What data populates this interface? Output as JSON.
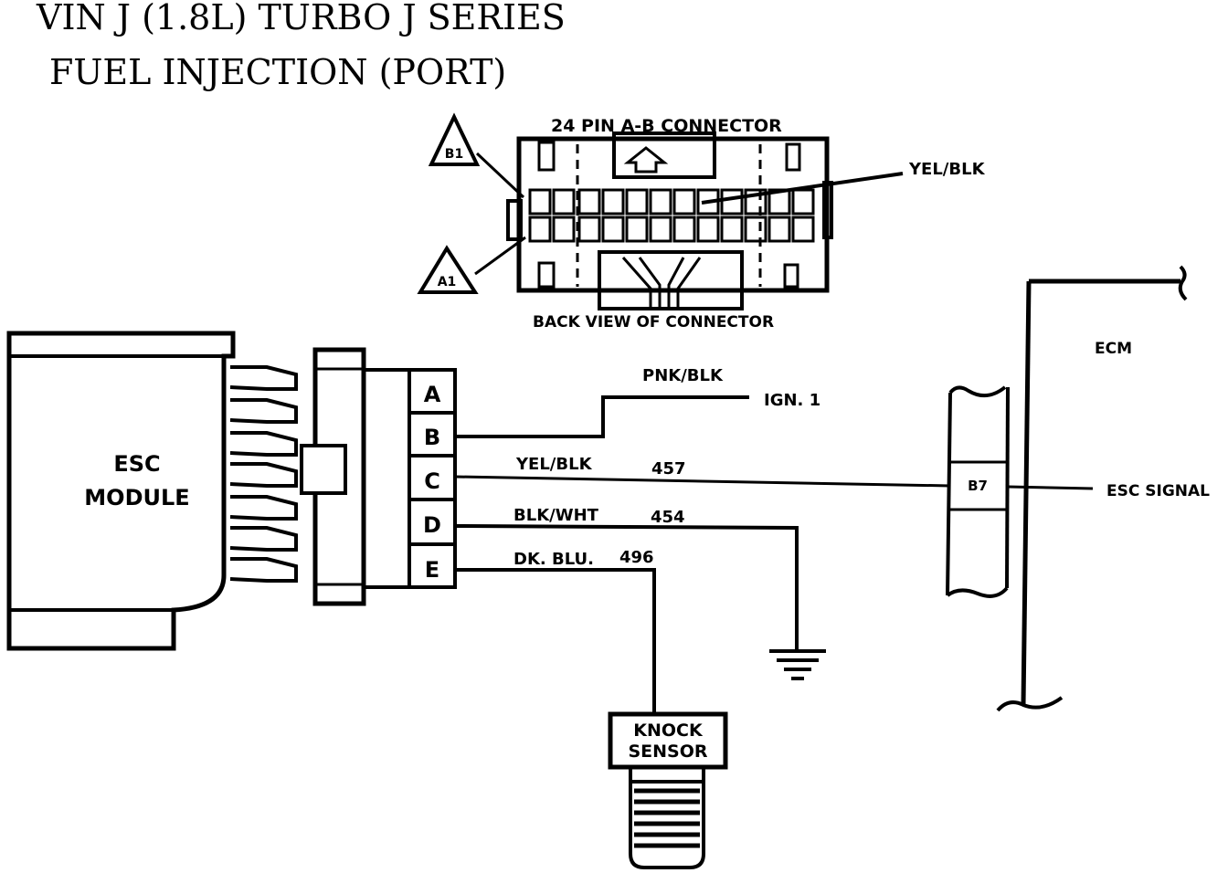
{
  "title": {
    "line1": "VIN J (1.8L) TURBO J SERIES",
    "line2": "FUEL INJECTION (PORT)"
  },
  "connector": {
    "title": "24 PIN A-B CONNECTOR",
    "caption": "BACK VIEW OF CONNECTOR",
    "marker_b1": "B1",
    "marker_a1": "A1",
    "wire_label": "YEL/BLK"
  },
  "esc_module": {
    "line1": "ESC",
    "line2": "MODULE"
  },
  "pins": [
    "A",
    "B",
    "C",
    "D",
    "E"
  ],
  "wires": {
    "b_color": "PNK/BLK",
    "b_dest": "IGN. 1",
    "c_color": "YEL/BLK",
    "c_circuit": "457",
    "d_color": "BLK/WHT",
    "d_circuit": "454",
    "e_color": "DK. BLU.",
    "e_circuit": "496"
  },
  "ecm": {
    "label": "ECM",
    "pin": "B7",
    "signal": "ESC SIGNAL"
  },
  "knock_sensor": {
    "line1": "KNOCK",
    "line2": "SENSOR"
  }
}
